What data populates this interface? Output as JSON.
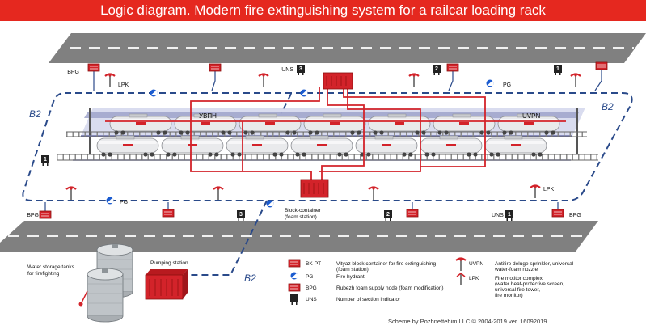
{
  "title": "Logic diagram. Modern fire extinguishing system for a railcar loading rack",
  "labels": {
    "b2": "B2",
    "bpg": "BPG",
    "lpk": "LPK",
    "pg": "PG",
    "uns": "UNS",
    "uvpn_cyr": "УВПН",
    "uvpn": "UVPN",
    "block_container": "Block-container",
    "foam_station": "(foam station)",
    "tanks_line1": "Water storage tanks",
    "tanks_line2": "for firefighting",
    "pumping_station": "Pumping station",
    "section_1": "1",
    "section_2": "2",
    "section_3": "3"
  },
  "legend": [
    {
      "code": "BK-PT",
      "text1": "Vityaz block container for fire extinguishing",
      "text2": "(foam station)"
    },
    {
      "code": "PG",
      "text1": "Fire hydrant",
      "text2": ""
    },
    {
      "code": "BPG",
      "text1": "Rubezh foam supply node (foam modification)",
      "text2": ""
    },
    {
      "code": "UNS",
      "text1": "Number of section indicator",
      "text2": ""
    }
  ],
  "legend_right": [
    {
      "code": "UVPN",
      "lines": [
        "Antifire deluge sprinkler, universal",
        "water-foam nozzle"
      ]
    },
    {
      "code": "LPK",
      "lines": [
        "Fire motitor complex",
        "(water heat-protective screen,",
        "universal fire tower,",
        "fire monitor)"
      ]
    }
  ],
  "footer": "Scheme by Pozhneftehim LLC  ©  2004-2019  ver. 16092019",
  "colors": {
    "title_bg": "#e5281f",
    "pipe": "#d3232a",
    "dashed_line": "#2a4a8a",
    "road": "#808080"
  }
}
